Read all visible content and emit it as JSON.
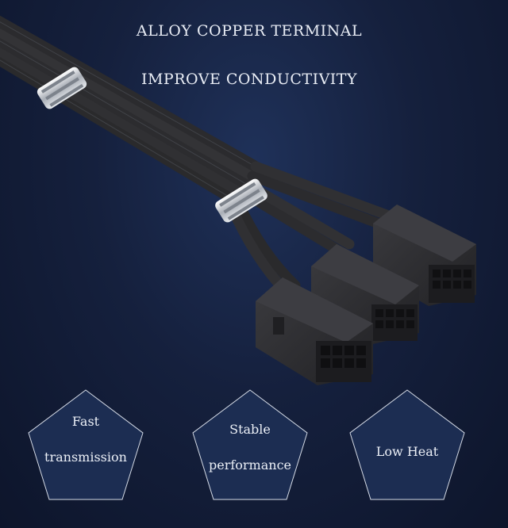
{
  "headline": {
    "line1": "ALLOY COPPER TERMINAL",
    "line2": "IMPROVE CONDUCTIVITY"
  },
  "product_image": {
    "subject": "black braided cable splitting into three connectors"
  },
  "features": [
    {
      "line1": "Fast",
      "line2": "transmission"
    },
    {
      "line1": "Stable",
      "line2": "performance"
    },
    {
      "line1": "Low Heat",
      "line2": ""
    }
  ],
  "colors": {
    "background": "#15203d",
    "cable": "#2b2b2d",
    "connector": "#2e2e31",
    "pentagon_fill": "#1c2d52",
    "pentagon_stroke": "#d5dbe6",
    "text": "#e9edf5"
  }
}
